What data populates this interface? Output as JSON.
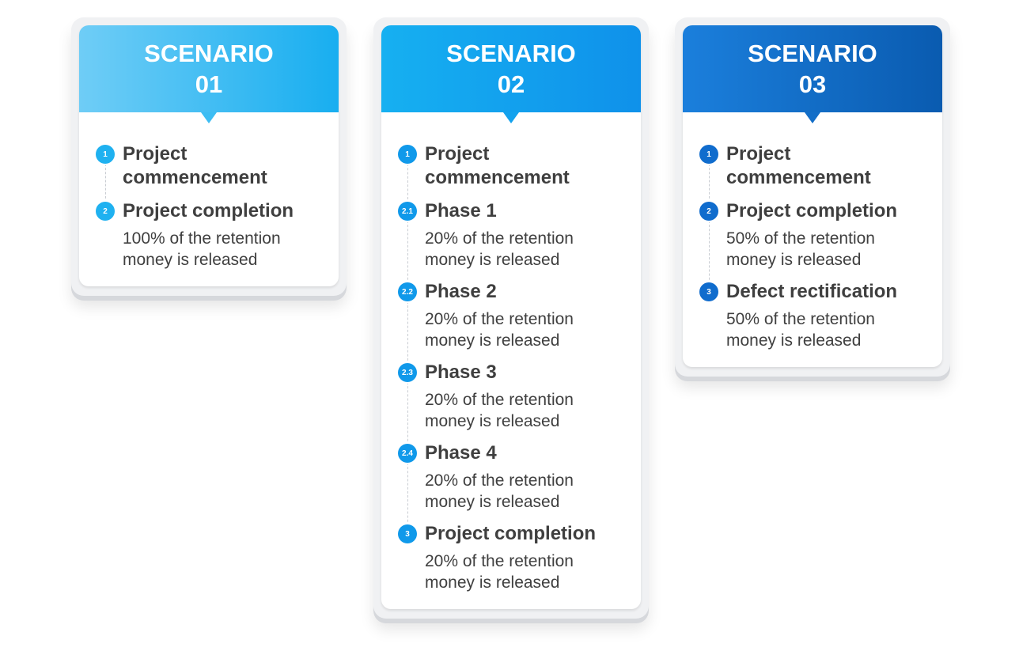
{
  "scenarios": [
    {
      "title_line1": "SCENARIO",
      "title_line2": "01",
      "steps": [
        {
          "num": "1",
          "title": "Project commencement",
          "desc": ""
        },
        {
          "num": "2",
          "title": "Project completion",
          "desc": "100% of the retention money is released"
        }
      ]
    },
    {
      "title_line1": "SCENARIO",
      "title_line2": "02",
      "steps": [
        {
          "num": "1",
          "title": "Project commencement",
          "desc": ""
        },
        {
          "num": "2.1",
          "title": "Phase 1",
          "desc": "20% of the retention money is released"
        },
        {
          "num": "2.2",
          "title": "Phase 2",
          "desc": "20% of the retention money is released"
        },
        {
          "num": "2.3",
          "title": "Phase 3",
          "desc": "20% of the retention money is released"
        },
        {
          "num": "2.4",
          "title": "Phase 4",
          "desc": "20% of the retention money is released"
        },
        {
          "num": "3",
          "title": "Project completion",
          "desc": "20% of the retention money is released"
        }
      ]
    },
    {
      "title_line1": "SCENARIO",
      "title_line2": "03",
      "steps": [
        {
          "num": "1",
          "title": "Project commencement",
          "desc": ""
        },
        {
          "num": "2",
          "title": "Project completion",
          "desc": "50% of the retention money is released"
        },
        {
          "num": "3",
          "title": "Defect rectification",
          "desc": "50% of the retention money is released"
        }
      ]
    }
  ],
  "colors": {
    "scenario1": "#1fb1f0",
    "scenario2": "#1099ea",
    "scenario3": "#106ccd",
    "text": "#3f3f3f"
  }
}
